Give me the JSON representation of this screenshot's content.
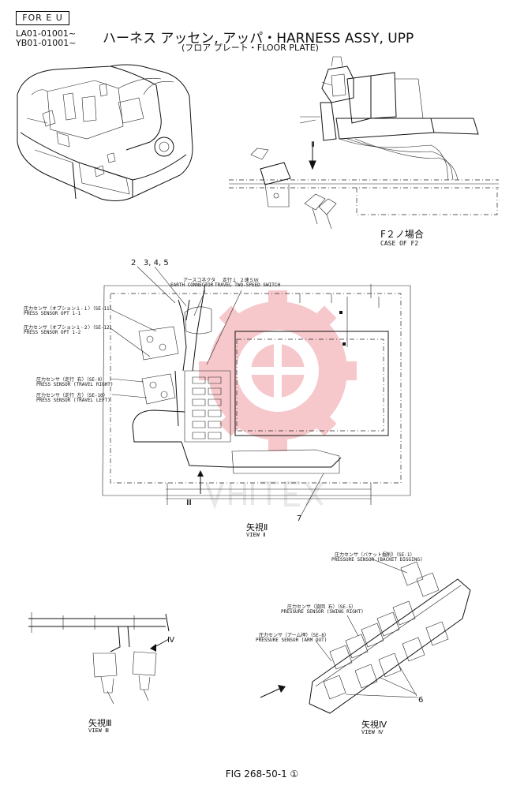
{
  "header": {
    "region": "FOR E U",
    "serial_1": "LA01-01001~",
    "serial_2": "YB01-01001~",
    "title": "ハーネス アッセン, アッパ・HARNESS ASSY, UPP",
    "subtitle": "(フロア プレート・FLOOR PLATE)"
  },
  "case_f2": {
    "label_jp": "F２ノ場合",
    "label_en": "CASE OF F2",
    "arrow_mark": "Ⅱ"
  },
  "view2": {
    "callout_top": "2   3, 4, 5",
    "earth_connector_jp": "アースコネクタ",
    "earth_connector_en": "EARTH CONNECTOR",
    "travel_sw_jp": "走行１ ２速ＳＷ",
    "travel_sw_en": "TRAVEL TWO-SPEED SWITCH",
    "se11_jp": "圧力センサ（オプション１-１）（SE-11）",
    "se11_en": "PRESS SENSOR OPT 1-1",
    "se12_jp": "圧力センサ（オプション１-２）（SE-12）",
    "se12_en": "PRESS SENSOR OPT 1-2",
    "se9_jp": "圧力センサ（走行 右）（SE-9）",
    "se9_en": "PRESS SENSOR (TRAVEL RIGHT)",
    "se10_jp": "圧力センサ（走行 左）（SE-10）",
    "se10_en": "PRESS SENSOR (TRAVEL LEFT)",
    "arrow_mark": "Ⅲ",
    "ref_7": "7",
    "caption_jp": "矢視Ⅱ",
    "caption_en": "VIEW Ⅱ"
  },
  "view3": {
    "arrow_mark": "Ⅳ",
    "caption_jp": "矢視Ⅲ",
    "caption_en": "VIEW Ⅲ"
  },
  "view4": {
    "se1_jp": "圧力センサ（バケット掘削）（SE-1）",
    "se1_en": "PRESSURE SENSOR (BACKET DIGGING)",
    "se5_jp": "圧力センサ（旋回 右）（SE-5）",
    "se5_en": "PRESSURE SENSOR (SWING RIGHT)",
    "se8_jp": "圧力センサ（アーム押）（SE-8）",
    "se8_en": "PRESSURE SENSOR (ARM OUT)",
    "ref_6": "6",
    "caption_jp": "矢視Ⅳ",
    "caption_en": "VIEW Ⅳ"
  },
  "footer": {
    "figure": "FIG 268-50-1 ①"
  },
  "colors": {
    "line": "#111111",
    "watermark": "#f3b6bb"
  }
}
